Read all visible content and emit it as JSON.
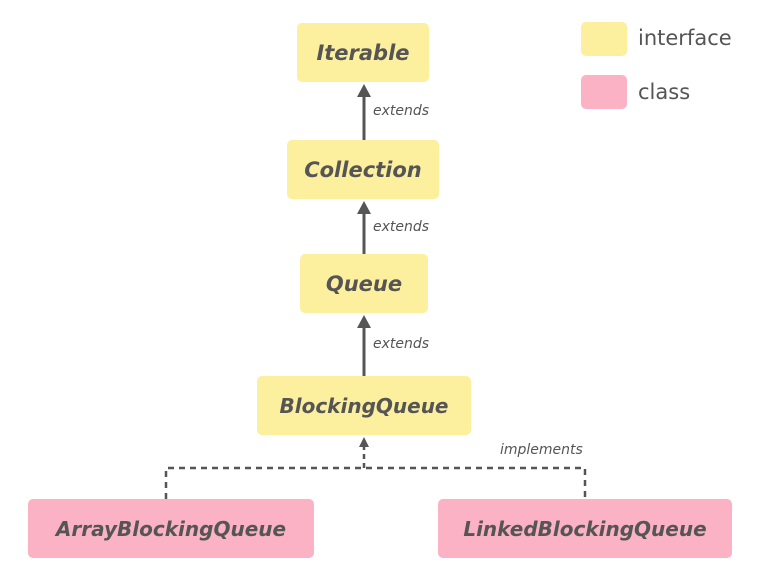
{
  "nodes": {
    "iterable": "Iterable",
    "collection": "Collection",
    "queue": "Queue",
    "blocking_queue": "BlockingQueue",
    "array_blocking_queue": "ArrayBlockingQueue",
    "linked_blocking_queue": "LinkedBlockingQueue"
  },
  "relations": {
    "extends_1": "extends",
    "extends_2": "extends",
    "extends_3": "extends",
    "implements": "implements"
  },
  "legend": {
    "interface_label": "interface",
    "class_label": "class"
  },
  "colors": {
    "interface": "#fcef9e",
    "class": "#fcb2c5",
    "line": "#555555"
  }
}
